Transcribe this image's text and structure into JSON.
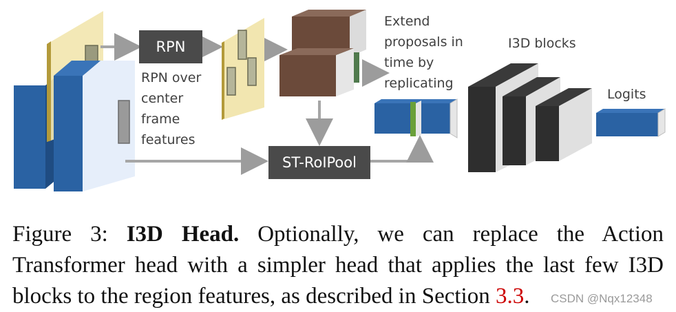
{
  "diagram": {
    "rpn_box": "RPN",
    "rpn_note": "RPN over\ncenter\nframe\nfeatures",
    "extend_note": "Extend\nproposals in\ntime by\nreplicating",
    "roipool_box": "ST-RoIPool",
    "i3d_label": "I3D blocks",
    "logits_label": "Logits"
  },
  "caption": {
    "prefix": "Figure 3: ",
    "title": "I3D Head.",
    "body": " Optionally, we can replace the Action Transformer head with a simpler head that applies the last few I3D blocks to the region features, as described in Section ",
    "ref": "3.3",
    "suffix": "."
  },
  "watermark": "CSDN @Nqx12348",
  "colors": {
    "blue": "#2a62a3",
    "box": "#4a4a4a",
    "brown": "#6b4a3a",
    "green": "#3d6b3a",
    "frame": "#f2e6b0",
    "dark_block": "#2e2e2e",
    "ref": "#cc0000"
  }
}
